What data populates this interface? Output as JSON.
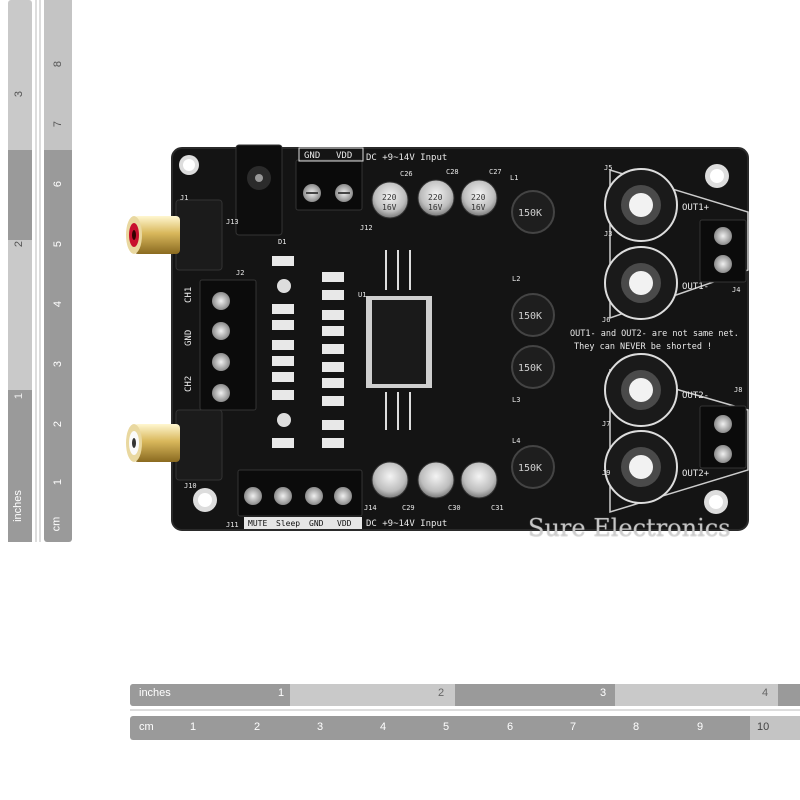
{
  "vertical_ruler": {
    "inch_label": "inches",
    "cm_label": "cm",
    "inch_ticks": [
      "1",
      "2",
      "3"
    ],
    "cm_ticks": [
      "1",
      "2",
      "3",
      "4",
      "5",
      "6",
      "7",
      "8"
    ]
  },
  "horizontal_ruler": {
    "inch_label": "inches",
    "cm_label": "cm",
    "inch_ticks": [
      "1",
      "2",
      "3",
      "4"
    ],
    "cm_ticks": [
      "1",
      "2",
      "3",
      "4",
      "5",
      "6",
      "7",
      "8",
      "9",
      "10"
    ]
  },
  "board": {
    "top_header": {
      "gnd": "GND",
      "vdd": "VDD"
    },
    "top_power_label": "DC +9~14V Input",
    "bottom_power_label": "DC +9~14V Input",
    "bottom_header": [
      "MUTE",
      "Sleep",
      "GND",
      "VDD"
    ],
    "input_labels": {
      "ch1": "CH1",
      "gnd": "GND",
      "ch2": "CH2"
    },
    "output_labels": {
      "out1_plus": "OUT1+",
      "out1_minus": "OUT1-",
      "out2_minus": "OUT2-",
      "out2_plus": "OUT2+"
    },
    "warning_line1": "OUT1- and OUT2- are not same net.",
    "warning_line2": "They can NEVER be shorted !",
    "inductor_marking": "150K",
    "cap_marking": [
      "220",
      "16V"
    ],
    "watermark": "Sure Electronics",
    "refs": {
      "j1": "J1",
      "j2": "J2",
      "j3": "J3",
      "j4": "J4",
      "j5": "J5",
      "j6": "J6",
      "j7": "J7",
      "j8": "J8",
      "j9": "J9",
      "j10": "J10",
      "j11": "J11",
      "j12": "J12",
      "j13": "J13",
      "j14": "J14",
      "d1": "D1",
      "u1": "U1",
      "c26": "C26",
      "c28": "C28",
      "c27": "C27",
      "c29": "C29",
      "c30": "C30",
      "c31": "C31",
      "l1": "L1",
      "l2": "L2",
      "l3": "L3",
      "l4": "L4"
    }
  }
}
